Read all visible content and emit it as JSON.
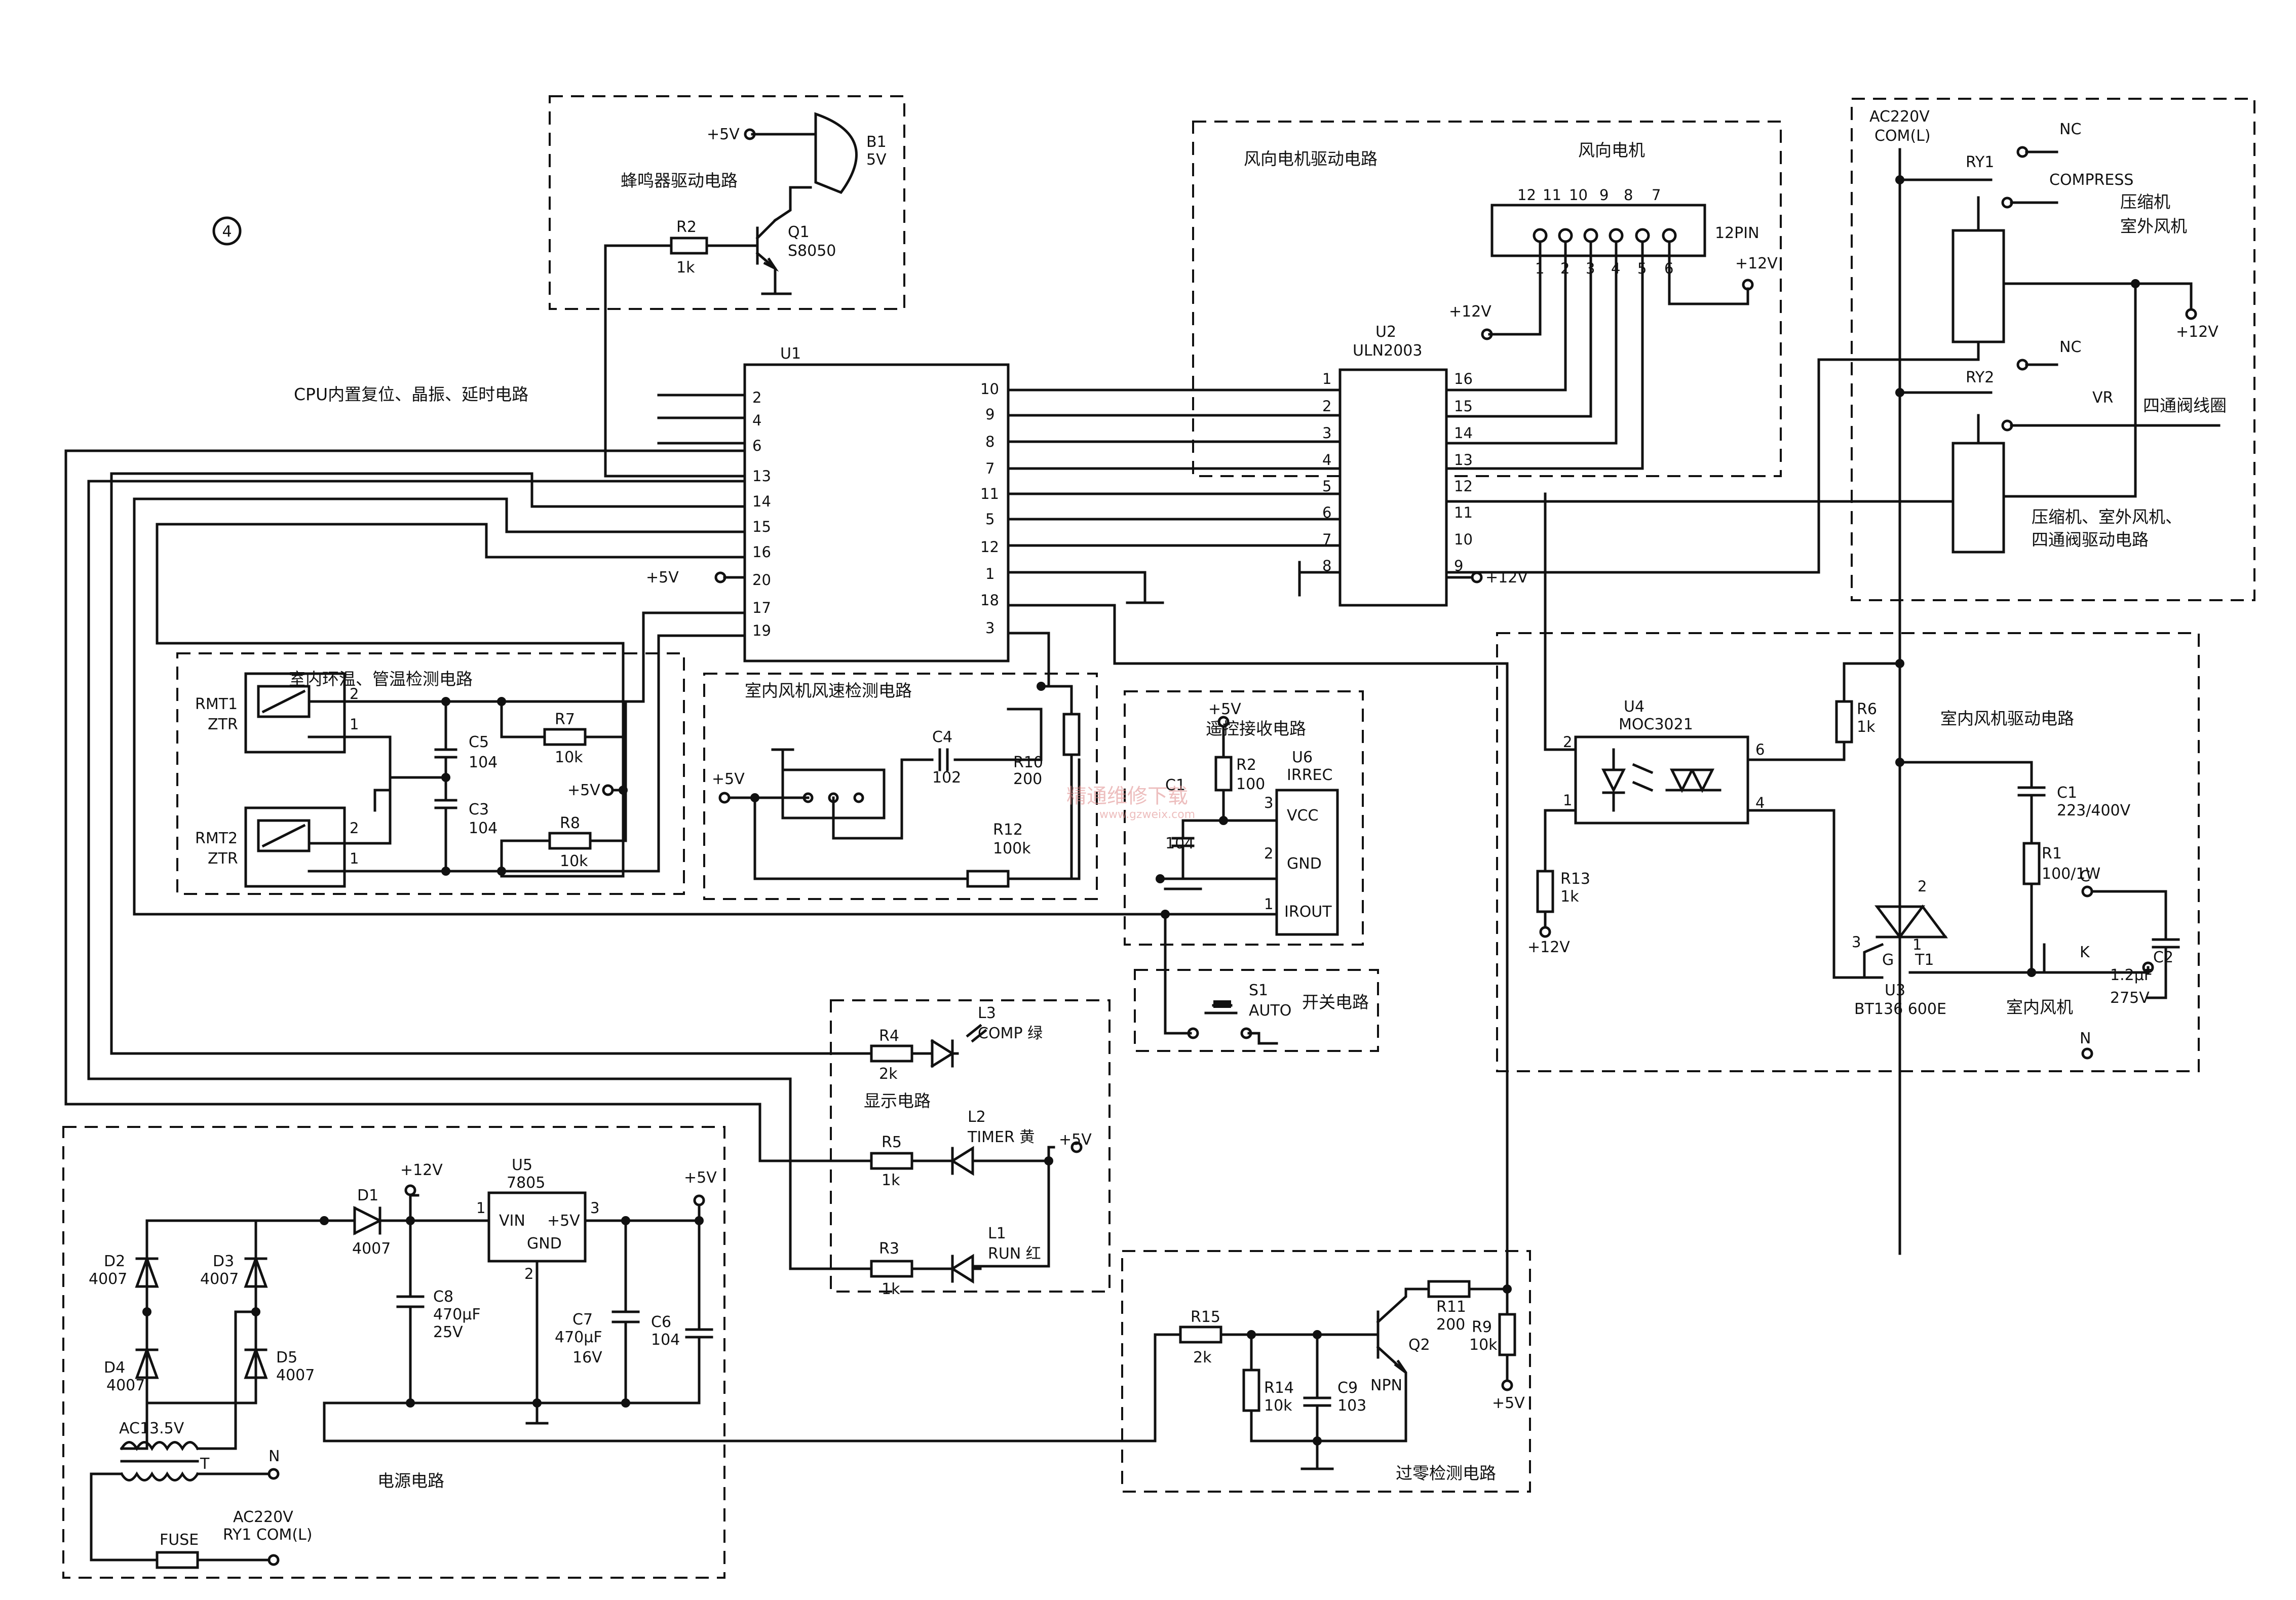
{
  "page": {
    "badge": "4",
    "watermark": "精通维修下载",
    "watermark_sub": "www.gzweix.com"
  },
  "sections": {
    "buzzer": "蜂鸣器驱动电路",
    "cpu": "CPU内置复位、晶振、延时电路",
    "wind_motor_drive": "风向电机驱动电路",
    "wind_motor": "风向电机",
    "compressor_drive": "压缩机、室外风机、四通阀驱动电路",
    "temp_sense": "室内环温、管温检测电路",
    "fan_speed": "室内风机风速检测电路",
    "remote_rx": "遥控接收电路",
    "switch": "开关电路",
    "display": "显示电路",
    "indoor_fan_drive": "室内风机驱动电路",
    "indoor_fan": "室内风机",
    "power": "电源电路",
    "zero_cross": "过零检测电路"
  },
  "nets": {
    "v5": "+5V",
    "v12": "+12V",
    "ac_top": "AC220V",
    "com_l": "COM(L)",
    "ac_bottom": "AC220V",
    "ry1_com": "RY1 COM(L)",
    "n": "N",
    "ac135": "AC13.5V",
    "t": "T",
    "fuse": "FUSE",
    "c_term": "C",
    "k_term": "K",
    "n_term": "N"
  },
  "components": {
    "B1": {
      "ref": "B1",
      "val": "5V"
    },
    "Q1": {
      "ref": "Q1",
      "val": "S8050"
    },
    "R2a": {
      "ref": "R2",
      "val": "1k"
    },
    "U1": {
      "ref": "U1",
      "left_pins": [
        "2",
        "4",
        "6",
        "13",
        "14",
        "15",
        "16",
        "20",
        "17",
        "19"
      ],
      "right_pins": [
        "10",
        "9",
        "8",
        "7",
        "11",
        "5",
        "12",
        "1",
        "18",
        "3"
      ]
    },
    "U2": {
      "ref": "U2",
      "val": "ULN2003",
      "left_pins": [
        "1",
        "2",
        "3",
        "4",
        "5",
        "6",
        "7",
        "8"
      ],
      "right_pins": [
        "16",
        "15",
        "14",
        "13",
        "12",
        "11",
        "10",
        "9"
      ]
    },
    "J1": {
      "val": "12PIN",
      "top_pins": [
        "12",
        "11",
        "10",
        "9",
        "8",
        "7"
      ],
      "bottom_pins": [
        "1",
        "2",
        "3",
        "4",
        "5",
        "6"
      ]
    },
    "RY1": {
      "ref": "RY1",
      "nc": "NC",
      "compress": "COMPRESS",
      "load1": "压缩机",
      "load2": "室外风机"
    },
    "RY2": {
      "ref": "RY2",
      "nc": "NC",
      "vr": "VR",
      "load": "四通阀线圈"
    },
    "RMT1": {
      "ref": "RMT1",
      "val": "ZTR"
    },
    "RMT2": {
      "ref": "RMT2",
      "val": "ZTR"
    },
    "C5": {
      "ref": "C5",
      "val": "104"
    },
    "C3": {
      "ref": "C3",
      "val": "104"
    },
    "R7": {
      "ref": "R7",
      "val": "10k"
    },
    "R8": {
      "ref": "R8",
      "val": "10k"
    },
    "C4": {
      "ref": "C4",
      "val": "102"
    },
    "R10": {
      "ref": "R10",
      "val": "200"
    },
    "R12": {
      "ref": "R12",
      "val": "100k"
    },
    "R2b": {
      "ref": "R2",
      "val": "100"
    },
    "C1r": {
      "ref": "C1",
      "val": "104"
    },
    "U6": {
      "ref": "U6",
      "val": "IRREC",
      "vcc": "VCC",
      "gnd": "GND",
      "out": "IROUT"
    },
    "S1": {
      "ref": "S1",
      "val": "AUTO"
    },
    "U4": {
      "ref": "U4",
      "val": "MOC3021"
    },
    "R6": {
      "ref": "R6",
      "val": "1k"
    },
    "R13": {
      "ref": "R13",
      "val": "1k"
    },
    "C1": {
      "ref": "C1",
      "val": "223/400V"
    },
    "R1": {
      "ref": "R1",
      "val": "100/1W"
    },
    "C2": {
      "ref": "C2",
      "val": "1.2μF",
      "val2": "275V"
    },
    "U3": {
      "ref": "U3",
      "val": "BT136 600E",
      "g": "G",
      "t1": "T1"
    },
    "R4": {
      "ref": "R4",
      "val": "2k"
    },
    "L3": {
      "ref": "L3",
      "val": "COMP 绿"
    },
    "R5": {
      "ref": "R5",
      "val": "1k"
    },
    "L2": {
      "ref": "L2",
      "val": "TIMER 黄"
    },
    "R3": {
      "ref": "R3",
      "val": "1k"
    },
    "L1": {
      "ref": "L1",
      "val": "RUN 红"
    },
    "D1": {
      "ref": "D1",
      "val": "4007"
    },
    "D2": {
      "ref": "D2",
      "val": "4007"
    },
    "D3": {
      "ref": "D3",
      "val": "4007"
    },
    "D4": {
      "ref": "D4",
      "val": "4007"
    },
    "D5": {
      "ref": "D5",
      "val": "4007"
    },
    "C8": {
      "ref": "C8",
      "val": "470μF",
      "val2": "25V"
    },
    "U5": {
      "ref": "U5",
      "val": "7805",
      "vin": "VIN",
      "vout": "+5V",
      "gnd": "GND"
    },
    "C7": {
      "ref": "C7",
      "val": "470μF",
      "val2": "16V"
    },
    "C6": {
      "ref": "C6",
      "val": "104"
    },
    "R15": {
      "ref": "R15",
      "val": "2k"
    },
    "R14": {
      "ref": "R14",
      "val": "10k"
    },
    "C9": {
      "ref": "C9",
      "val": "103"
    },
    "Q2": {
      "ref": "Q2",
      "val": "NPN"
    },
    "R11": {
      "ref": "R11",
      "val": "200"
    },
    "R9": {
      "ref": "R9",
      "val": "10k"
    }
  }
}
